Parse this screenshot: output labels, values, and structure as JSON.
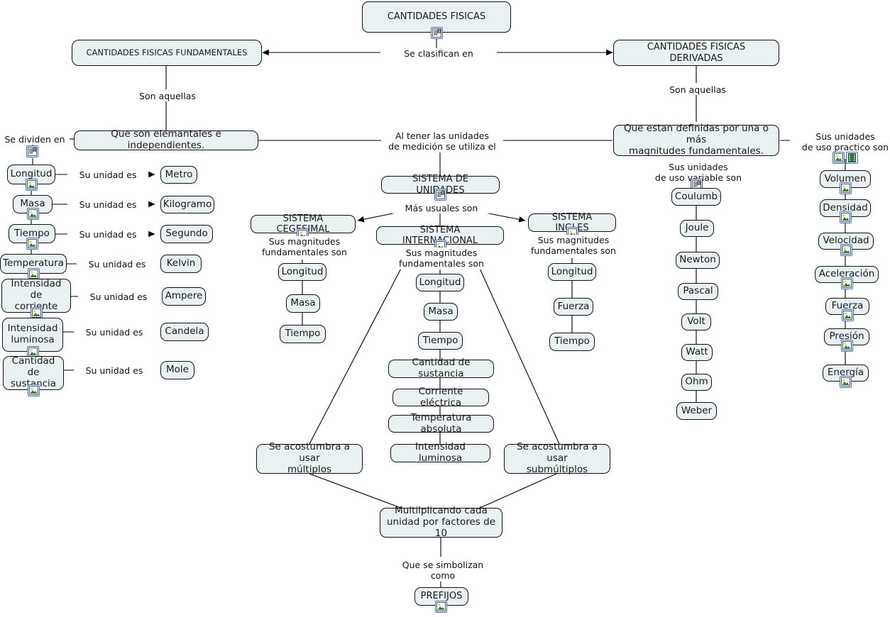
{
  "map": {
    "title": "CANTIDADES FISICAS",
    "background": "#ffffff",
    "node_fill": "#eaf1f3",
    "node_stroke": "#111111",
    "icon_border": "#3a6fd8"
  },
  "nodes": {
    "root": "CANTIDADES FISICAS",
    "fundamentales": "CANTIDADES FISICAS FUNDAMENTALES",
    "derivadas": "CANTIDADES FISICAS DERIVADAS",
    "elementales": "Que son elemantales e independientes.",
    "definidas": "Que estan definidas por una o más\nmagnitudes fundamentales.",
    "sistema_unidades": "SISTEMA DE UNIDADES",
    "sistema_cegesimal": "SISTEMA CEGESIMAL",
    "sistema_internacional": "SISTEMA INTERNACIONAL",
    "sistema_ingles": "SISTEMA INGLES",
    "multiplos": "Se acostumbra a usar\nmúltiplos",
    "submultiplos": "Se acostumbra a usar\nsubmúltiplos",
    "multiplicando": "Multilplicando cada\nunidad por factores de 10",
    "prefijos": "PREFIJOS"
  },
  "link_labels": {
    "se_clasifican_en": "Se clasifican en",
    "son_aquellas_izq": "Son aquellas",
    "son_aquellas_der": "Son aquellas",
    "se_dividen_en": "Se dividen en",
    "al_tener": "Al tener las unidades\nde medición se utiliza el",
    "mas_usuales": "Más usuales son",
    "sus_magnitudes_ceg": "Sus magnitudes\nfundamentales son",
    "sus_magnitudes_si": "Sus magnitudes\nfundamentales son",
    "sus_magnitudes_ing": "Sus magnitudes\nfundamentales son",
    "uso_variable": "Sus unidades\nde uso variable son",
    "uso_practico": "Sus unidades\nde uso practico son",
    "que_se_simbolizan": "Que se simbolizan como",
    "su_unidad_es": "Su unidad es"
  },
  "fundamentales_column": [
    {
      "magnitud": "Longitud",
      "unidad": "Metro",
      "relation": "Su unidad es"
    },
    {
      "magnitud": "Masa",
      "unidad": "Kilogramo",
      "relation": "Su unidad es"
    },
    {
      "magnitud": "Tiempo",
      "unidad": "Segundo",
      "relation": "Su unidad es"
    },
    {
      "magnitud": "Temperatura",
      "unidad": "Kelvin",
      "relation": "Su unidad es"
    },
    {
      "magnitud": "Intensidad de\ncorriente",
      "unidad": "Ampere",
      "relation": "Su unidad es"
    },
    {
      "magnitud": "Intensidad\nluminosa",
      "unidad": "Candela",
      "relation": "Su unidad es"
    },
    {
      "magnitud": "Cantidad de\nsustancia",
      "unidad": "Mole",
      "relation": "Su unidad es"
    }
  ],
  "cegesimal_items": [
    "Longitud",
    "Masa",
    "Tiempo"
  ],
  "internacional_items": [
    "Longitud",
    "Masa",
    "Tiempo",
    "Cantidad de sustancia",
    "Corriente eléctrica",
    "Temperatura absoluta",
    "Intensidad luminosa"
  ],
  "ingles_items": [
    "Longitud",
    "Fuerza",
    "Tiempo"
  ],
  "unidades_uso_variable": [
    "Coulumb",
    "Joule",
    "Newton",
    "Pascal",
    "Volt",
    "Watt",
    "Ohm",
    "Weber"
  ],
  "unidades_uso_practico": [
    "Volumen",
    "Densidad",
    "Velocidad",
    "Aceleración",
    "Fuerza",
    "Presión",
    "Energía"
  ],
  "icons": {
    "note": "note-icon",
    "picture": "picture-icon",
    "film": "film-icon"
  }
}
